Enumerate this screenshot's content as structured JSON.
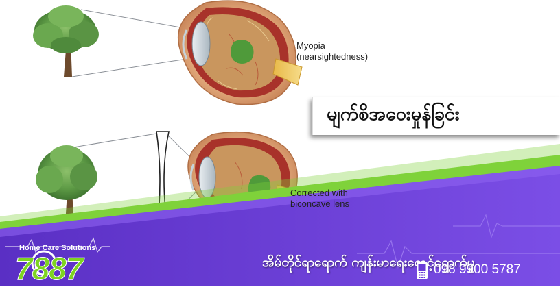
{
  "captions": {
    "top": [
      "Myopia",
      "(nearsightedness)"
    ],
    "bottom": [
      "Corrected with",
      "biconcave lens"
    ]
  },
  "banner": {
    "title": "မျက်စိအဝေးမှုန်ခြင်း"
  },
  "footer": {
    "service": "အိမ်တိုင်ရာရောက် ကျန်းမာရေးစောင့်ရှောက်မှု",
    "phone": "098 9900 5787",
    "brand_name": "Home Care Solutions",
    "brand_number": "7887"
  },
  "colors": {
    "footer_purple": "#6a3cd8",
    "footer_purple_light": "#8e63f0",
    "accent_green": "#7ed321",
    "tree_green": "#5e9b46",
    "eye_red": "#a8322a"
  }
}
